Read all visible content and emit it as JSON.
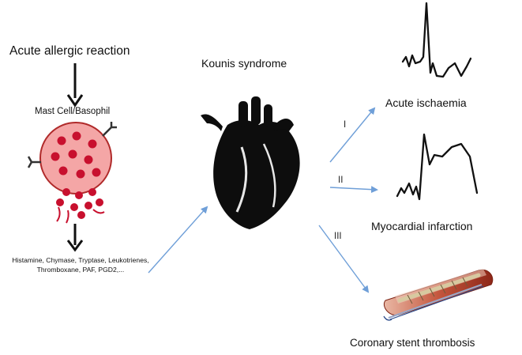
{
  "labels": {
    "allergic_reaction": "Acute allergic reaction",
    "mast_cell": "Mast Cell/Basophil",
    "mediators": "Histamine, Chymase, Tryptase, Leukotrienes, Thromboxane, PAF, PGD2,...",
    "kounis": "Kounis syndrome",
    "acute_ischaemia": "Acute ischaemia",
    "myocardial_infarction": "Myocardial infarction",
    "stent_thrombosis": "Coronary stent thrombosis"
  },
  "pathways": [
    {
      "numeral": "I",
      "target": "Acute ischaemia"
    },
    {
      "numeral": "II",
      "target": "Myocardial infarction"
    },
    {
      "numeral": "III",
      "target": "Coronary stent thrombosis"
    }
  ],
  "colors": {
    "arrow_black": "#111111",
    "arrow_blue": "#6f9fd8",
    "cell_fill": "#f4a6a6",
    "cell_outline": "#b02a2a",
    "granule_red": "#c8102e",
    "heart_black": "#0d0d0d"
  },
  "icons": [
    "mast-cell-icon",
    "heart-icon",
    "ecg-ischaemia-icon",
    "ecg-infarction-icon",
    "stent-icon"
  ]
}
